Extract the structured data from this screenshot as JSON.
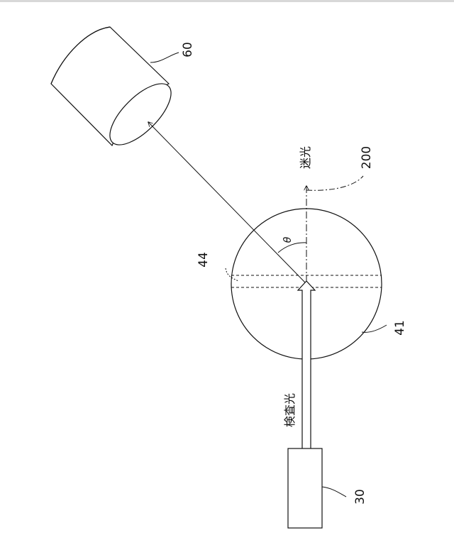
{
  "labels": {
    "ref_60": "60",
    "ref_200": "200",
    "ref_44": "44",
    "ref_41": "41",
    "ref_30": "30",
    "stray_light": "迷光",
    "inspection_light": "検査光",
    "theta": "θ"
  },
  "colors": {
    "line": "#111111",
    "background": "#ffffff"
  }
}
